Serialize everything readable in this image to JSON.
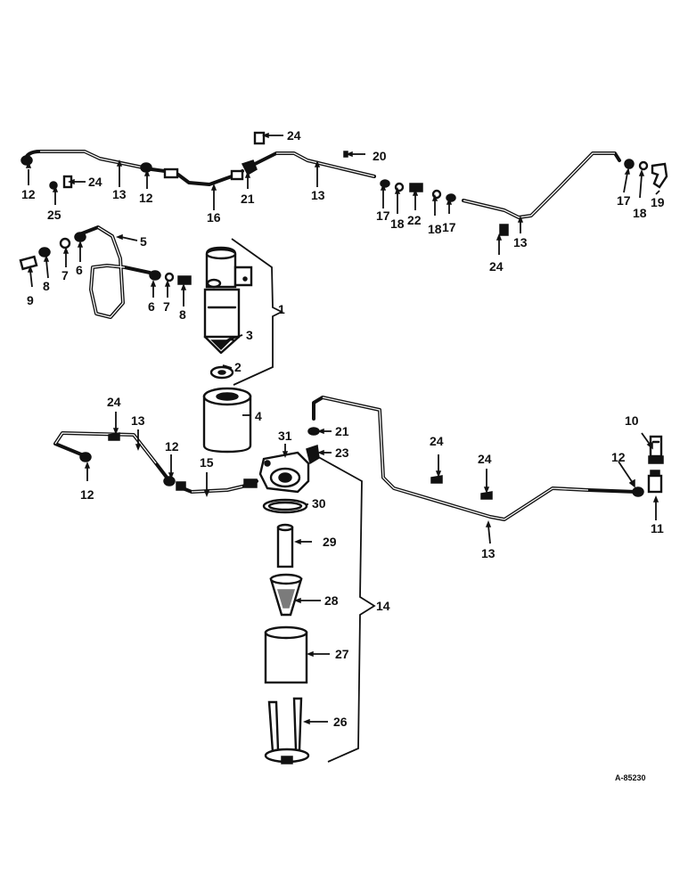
{
  "figure_code": "A-85230",
  "callouts": [
    {
      "id": "c1",
      "text": "1"
    },
    {
      "id": "c2",
      "text": "2"
    },
    {
      "id": "c3",
      "text": "3"
    },
    {
      "id": "c4",
      "text": "4"
    },
    {
      "id": "c5",
      "text": "5"
    },
    {
      "id": "c6a",
      "text": "6"
    },
    {
      "id": "c6b",
      "text": "6"
    },
    {
      "id": "c7a",
      "text": "7"
    },
    {
      "id": "c7b",
      "text": "7"
    },
    {
      "id": "c8a",
      "text": "8"
    },
    {
      "id": "c8b",
      "text": "8"
    },
    {
      "id": "c9",
      "text": "9"
    },
    {
      "id": "c10",
      "text": "10"
    },
    {
      "id": "c11",
      "text": "11"
    },
    {
      "id": "c12a",
      "text": "12"
    },
    {
      "id": "c12b",
      "text": "12"
    },
    {
      "id": "c12c",
      "text": "12"
    },
    {
      "id": "c12d",
      "text": "12"
    },
    {
      "id": "c12e",
      "text": "12"
    },
    {
      "id": "c13a",
      "text": "13"
    },
    {
      "id": "c13b",
      "text": "13"
    },
    {
      "id": "c13c",
      "text": "13"
    },
    {
      "id": "c13d",
      "text": "13"
    },
    {
      "id": "c13e",
      "text": "13"
    },
    {
      "id": "c14",
      "text": "14"
    },
    {
      "id": "c15",
      "text": "15"
    },
    {
      "id": "c16",
      "text": "16"
    },
    {
      "id": "c17a",
      "text": "17"
    },
    {
      "id": "c17b",
      "text": "17"
    },
    {
      "id": "c17c",
      "text": "17"
    },
    {
      "id": "c18a",
      "text": "18"
    },
    {
      "id": "c18b",
      "text": "18"
    },
    {
      "id": "c18c",
      "text": "18"
    },
    {
      "id": "c19",
      "text": "19"
    },
    {
      "id": "c20",
      "text": "20"
    },
    {
      "id": "c21a",
      "text": "21"
    },
    {
      "id": "c21b",
      "text": "21"
    },
    {
      "id": "c22",
      "text": "22"
    },
    {
      "id": "c23",
      "text": "23"
    },
    {
      "id": "c24a",
      "text": "24"
    },
    {
      "id": "c24b",
      "text": "24"
    },
    {
      "id": "c24c",
      "text": "24"
    },
    {
      "id": "c24d",
      "text": "24"
    },
    {
      "id": "c24e",
      "text": "24"
    },
    {
      "id": "c24f",
      "text": "24"
    },
    {
      "id": "c25",
      "text": "25"
    },
    {
      "id": "c26",
      "text": "26"
    },
    {
      "id": "c27",
      "text": "27"
    },
    {
      "id": "c28",
      "text": "28"
    },
    {
      "id": "c29",
      "text": "29"
    },
    {
      "id": "c30",
      "text": "30"
    },
    {
      "id": "c31",
      "text": "31"
    }
  ]
}
